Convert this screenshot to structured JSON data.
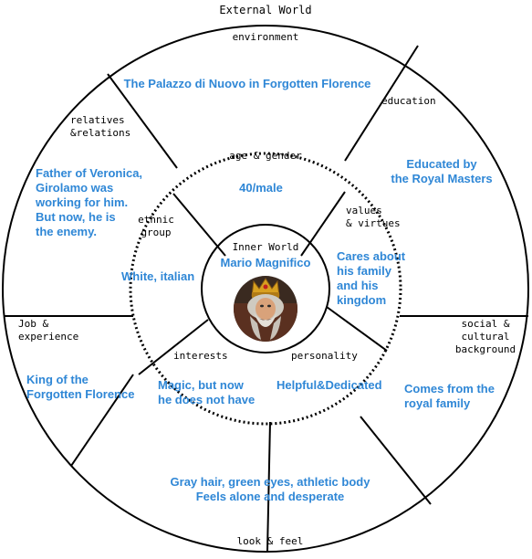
{
  "title": "External World",
  "colors": {
    "value_text": "#2f87d6",
    "line": "#000000"
  },
  "outer_ring": [
    {
      "id": "environment",
      "label": "environment",
      "value": "The Palazzo di Nuovo in Forgotten Florence"
    },
    {
      "id": "education",
      "label": "education",
      "value": "Educated by\nthe Royal Masters"
    },
    {
      "id": "social",
      "label": "social &\ncultural\nbackground",
      "value": "Comes from the\nroyal family"
    },
    {
      "id": "look",
      "label": "look & feel",
      "value": "Gray hair, green eyes, athletic body\nFeels alone and desperate"
    },
    {
      "id": "job",
      "label": "Job &\nexperience",
      "value": "King of the\nForgotten Florence"
    },
    {
      "id": "relatives",
      "label": "relatives\n&relations",
      "value": "Father of Veronica,\nGirolamo was\nworking for him.\nBut now, he is\nthe enemy."
    }
  ],
  "inner_ring": [
    {
      "id": "age",
      "label": "age & gender",
      "value": "40/male"
    },
    {
      "id": "values",
      "label": "values\n& virtues",
      "value": "Cares about\nhis family\nand his\nkingdom"
    },
    {
      "id": "personality",
      "label": "personality",
      "value": "Helpful&Dedicated"
    },
    {
      "id": "interests",
      "label": "interests",
      "value": "Magic, but now\nhe does not have"
    },
    {
      "id": "ethnic",
      "label": "ethnic\ngroup",
      "value": "White, italian"
    }
  ],
  "core": {
    "label": "Inner World",
    "name": "Mario Magnifico",
    "portrait_icon": "crowned-old-king-portrait-icon"
  }
}
